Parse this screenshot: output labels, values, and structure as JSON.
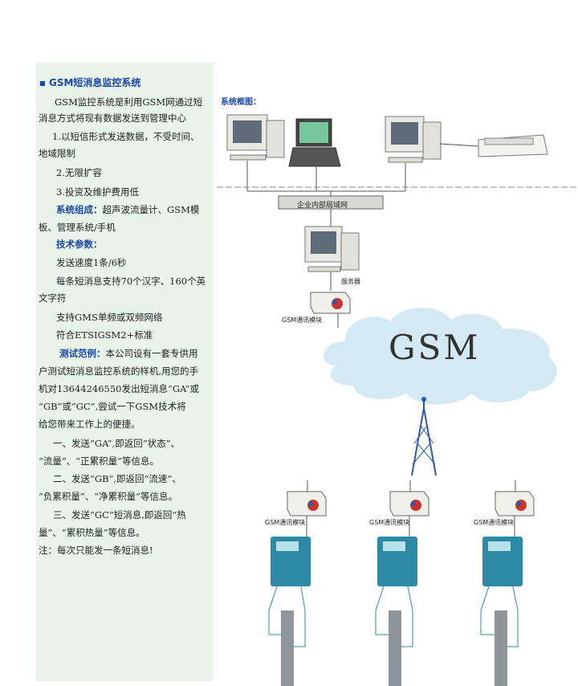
{
  "sidebar": {
    "title": "GSM短消息监控系统",
    "lines": [
      "GSM监控系统是利用GSM网通过短",
      "消息方式将现有数据发送到管理中心",
      "1.以短信形式发送数据，不受时间、",
      "地域限制",
      "2.无限扩容",
      "3.投资及维护费用低"
    ],
    "composition_label": "系统组成：",
    "composition_text": "超声波流量计、GSM模",
    "composition_text2": "板、管理系统/手机",
    "tech_label": "技术参数：",
    "tech_lines": [
      "发送速度1条/6秒",
      "每条短消息支持70个汉字、160个英",
      "文字符",
      "支持GMS单频或双频网络",
      "符合ETSIGSM2+标准"
    ],
    "test_label": "测试范例：",
    "test_lines": [
      "本公司设有一套专供用",
      "户测试短消息监控系统的样机,用您的手",
      "机对13644246550发出短消息“GA”或",
      "“GB”或“GC”,尝试一下GSM技术将",
      "给您带来工作上的便捷。",
      "一、发送“GA”,即返回“状态”、",
      "“流量”、“正累积量”等信息。",
      "二、发送“GB”,即返回“流速”、",
      "“负累积量”、“净累积量”等信息。",
      "三、发送“GC”短消息,即返回“热",
      "量”、“累积热量”等信息。"
    ],
    "note": "注：每次只能发一条短消息!"
  },
  "diagram": {
    "title": "系统框图：",
    "lan_label": "企业内部局域网",
    "server_label": "服务器",
    "module_label": "GSM通讯模块",
    "gsm_label": "GSM",
    "bottom_module_labels": [
      "GSM通讯模块",
      "GSM通讯模块",
      "GSM通讯模块"
    ]
  },
  "colors": {
    "accent": "#1a46a8",
    "sidebar_bg": "#e8f4ea",
    "cloud": "#d3e9f4",
    "meter": "#2c8aa6",
    "pipe": "#8e959b"
  }
}
